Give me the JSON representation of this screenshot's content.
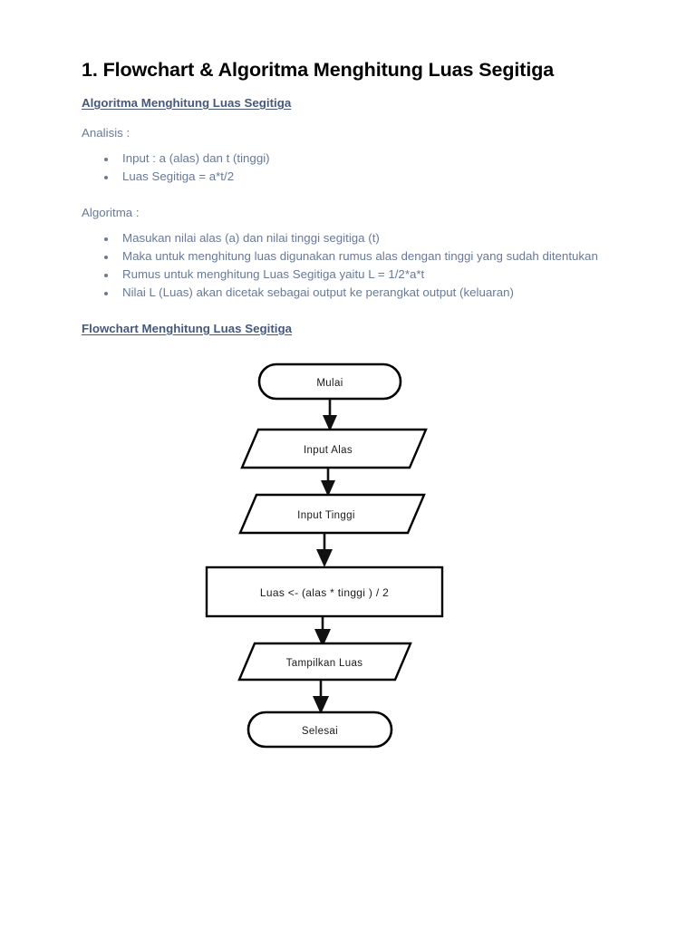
{
  "document": {
    "title": "1. Flowchart & Algoritma Menghitung Luas Segitiga",
    "background_color": "#ffffff",
    "text_color": "#6a7a96",
    "heading_color": "#46597a",
    "title_color": "#000000"
  },
  "sections": {
    "algoritma": {
      "heading": "Algoritma Menghitung Luas Segitiga",
      "analisis_label": "Analisis :",
      "analisis_items": [
        "Input : a (alas) dan t (tinggi)",
        "Luas Segitiga = a*t/2"
      ],
      "algoritma_label": "Algoritma :",
      "algoritma_items": [
        "Masukan nilai alas (a) dan nilai tinggi segitiga (t)",
        "Maka untuk menghitung luas digunakan rumus alas dengan tinggi yang sudah ditentukan",
        "Rumus untuk menghitung Luas Segitiga yaitu L = 1/2*a*t",
        "Nilai L (Luas) akan dicetak sebagai output ke perangkat output (keluaran)"
      ]
    },
    "flowchart": {
      "heading": "Flowchart Menghitung Luas Segitiga",
      "nodes": [
        {
          "id": "start",
          "type": "terminator",
          "label": "Mulai"
        },
        {
          "id": "in1",
          "type": "input-output",
          "label": "Input Alas"
        },
        {
          "id": "in2",
          "type": "input-output",
          "label": "Input Tinggi"
        },
        {
          "id": "proc",
          "type": "process",
          "label": "Luas <- (alas * tinggi ) / 2"
        },
        {
          "id": "out",
          "type": "input-output",
          "label": "Tampilkan Luas"
        },
        {
          "id": "end",
          "type": "terminator",
          "label": "Selesai"
        }
      ],
      "edges": [
        {
          "from": "start",
          "to": "in1"
        },
        {
          "from": "in1",
          "to": "in2"
        },
        {
          "from": "in2",
          "to": "proc"
        },
        {
          "from": "proc",
          "to": "out"
        },
        {
          "from": "out",
          "to": "end"
        }
      ],
      "stroke_color": "#000000",
      "fill_color": "#ffffff"
    }
  }
}
